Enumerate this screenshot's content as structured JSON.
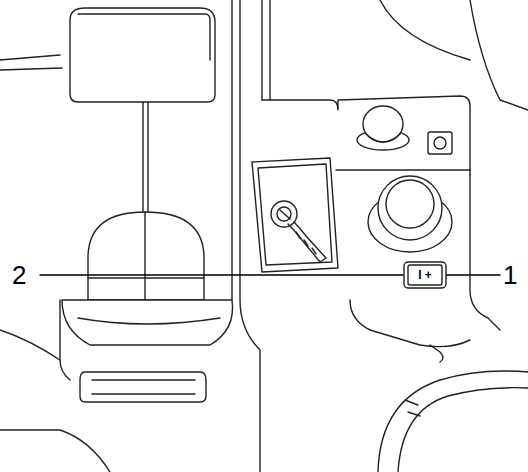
{
  "diagram": {
    "labels": [
      "2",
      "1",
      "I +"
    ]
  }
}
